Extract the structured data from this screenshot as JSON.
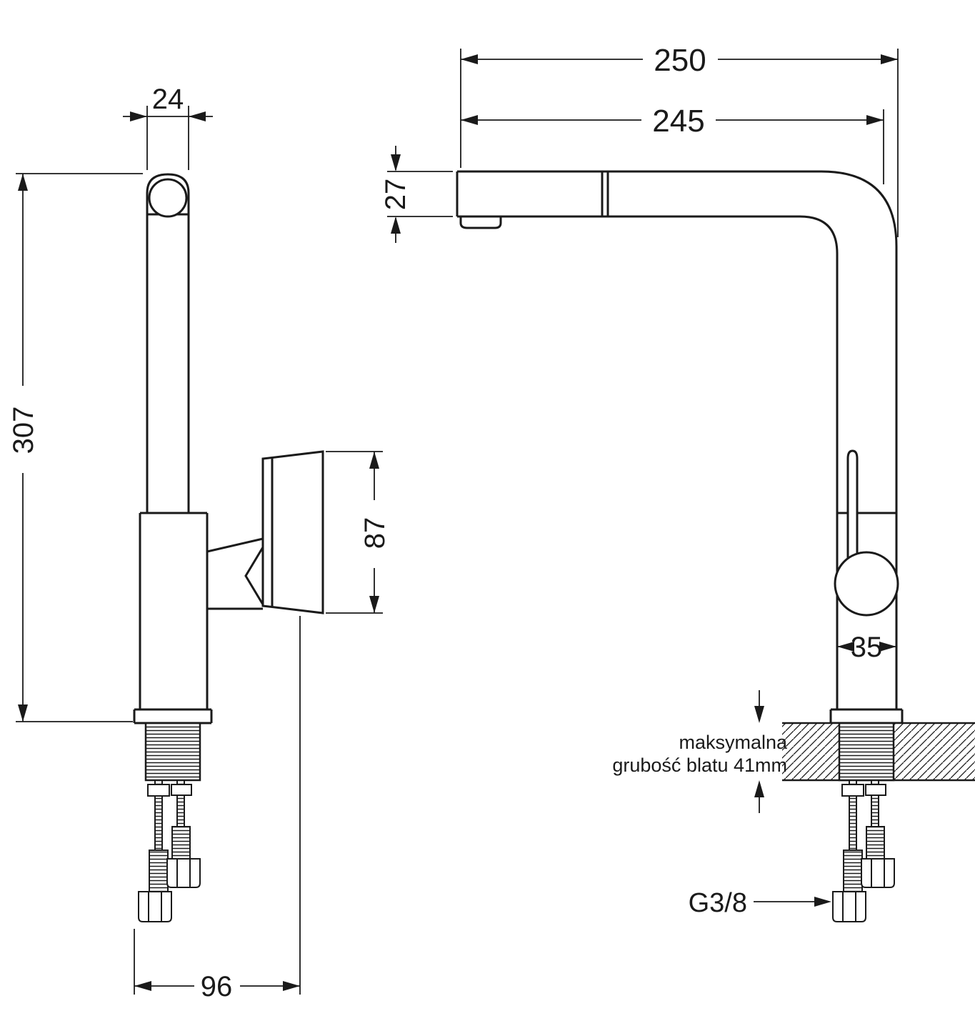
{
  "diagram": {
    "type": "kitchen-faucet-technical-drawing",
    "dimensions": {
      "spout_pipe_width": "24",
      "total_height": "307",
      "handle_length": "87",
      "base_depth": "96",
      "reach_total": "250",
      "reach_spout": "245",
      "spout_section_height": "27",
      "body_diameter": "35"
    },
    "labels": {
      "thread_size": "G3/8",
      "countertop_note_line1": "maksymalna",
      "countertop_note_line2": "grubość blatu 41mm"
    },
    "colors": {
      "line": "#1a1a1a",
      "background": "#ffffff"
    }
  }
}
